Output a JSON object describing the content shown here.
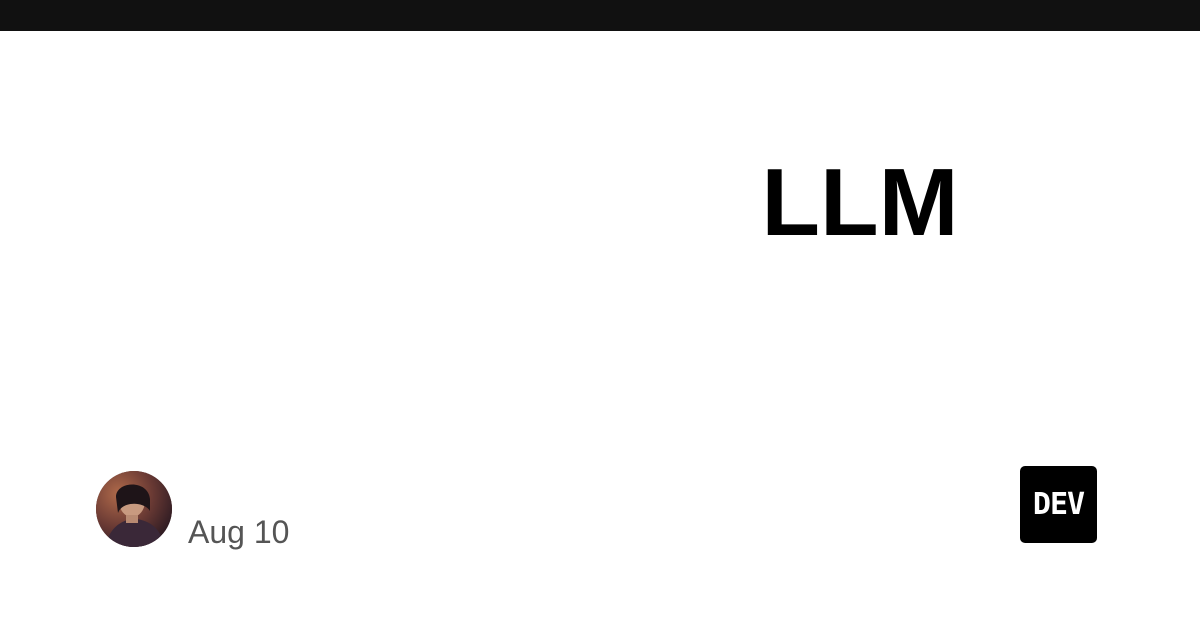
{
  "header": {
    "bar_color": "#111111"
  },
  "post": {
    "title": "LLM",
    "date": "Aug 10"
  },
  "author": {
    "avatar_icon": "user-photo-avatar"
  },
  "brand": {
    "logo_text": "DEV",
    "logo_color": "#000000"
  }
}
